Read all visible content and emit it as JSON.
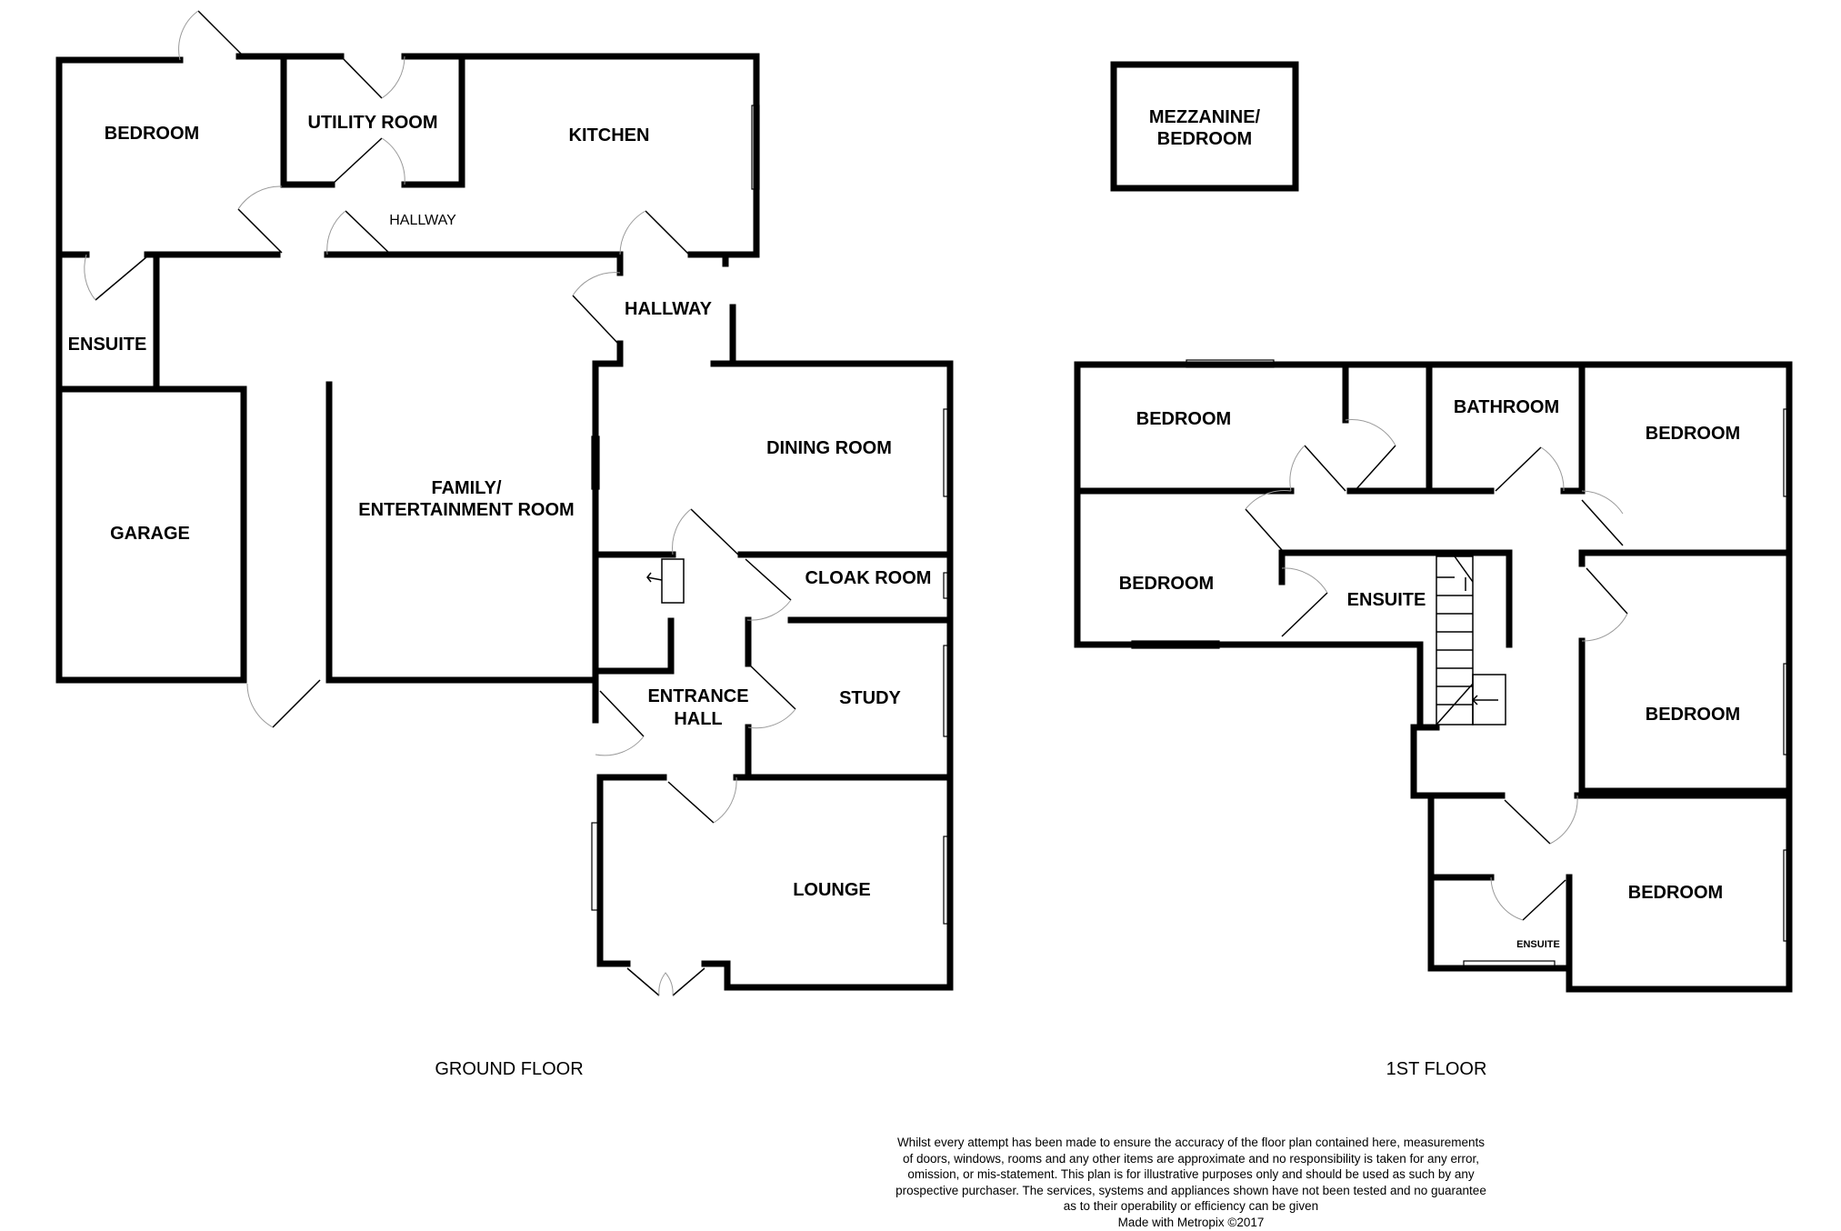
{
  "ground_floor": {
    "label": "GROUND FLOOR",
    "rooms": {
      "bedroom": "BEDROOM",
      "utility_room": "UTILITY ROOM",
      "kitchen": "KITCHEN",
      "hallway_upper": "HALLWAY",
      "hallway": "HALLWAY",
      "ensuite": "ENSUITE",
      "garage": "GARAGE",
      "family_line1": "FAMILY/",
      "family_line2": "ENTERTAINMENT ROOM",
      "dining_room": "DINING ROOM",
      "cloak_room": "CLOAK ROOM",
      "study": "STUDY",
      "entrance_line1": "ENTRANCE",
      "entrance_line2": "HALL",
      "lounge": "LOUNGE"
    }
  },
  "mezzanine": {
    "line1": "MEZZANINE/",
    "line2": "BEDROOM"
  },
  "first_floor": {
    "label": "1ST FLOOR",
    "rooms": {
      "bedroom_top_left": "BEDROOM",
      "bathroom": "BATHROOM",
      "bedroom_top_right": "BEDROOM",
      "bedroom_mid_left": "BEDROOM",
      "ensuite_mid": "ENSUITE",
      "bedroom_right": "BEDROOM",
      "bedroom_bottom": "BEDROOM",
      "ensuite_small": "ENSUITE"
    }
  },
  "disclaimer": {
    "lines": [
      "Whilst every attempt has been made to ensure the accuracy of the floor plan contained here, measurements",
      "of doors, windows, rooms and any other items are approximate and no responsibility is taken for any error,",
      "omission, or mis-statement. This plan is for illustrative purposes only and should be used as such by any",
      "prospective purchaser. The services, systems and appliances shown have not been tested and no guarantee",
      "as to their operability or efficiency can be given"
    ],
    "made_with": "Made with Metropix ©2017"
  }
}
